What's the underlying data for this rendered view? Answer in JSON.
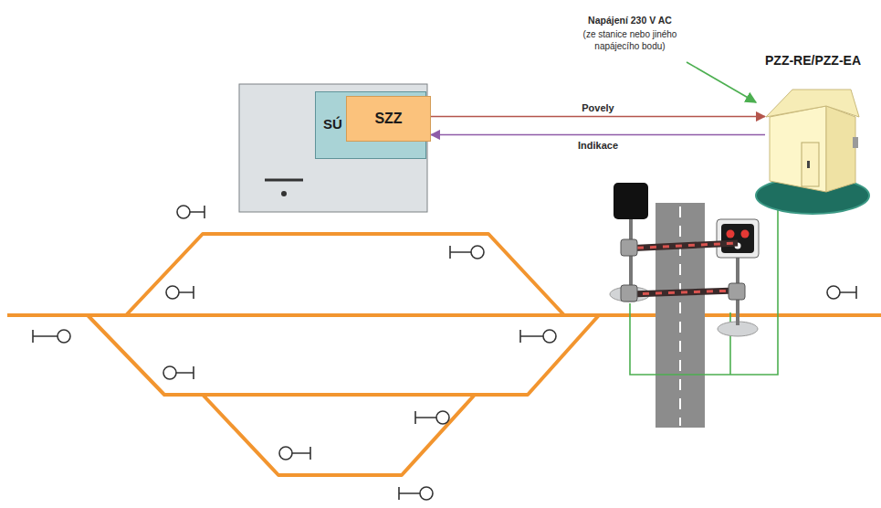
{
  "diagram": {
    "nodes": [
      {
        "text": [
          "SÚ"
        ]
      },
      {
        "text": [
          "SZZ"
        ],
        "in": 0
      },
      {
        "text": [
          "PZZ-RE/PZZ-EA"
        ]
      }
    ],
    "edges": [
      {
        "from": 1,
        "to": 2,
        "arrow": "to",
        "label": "Povely"
      },
      {
        "from": 2,
        "to": 1,
        "arrow": "to",
        "label": "Indikace"
      }
    ],
    "labels": [
      "Napájení 230 V AC",
      "(ze stanice nebo jiného napájecího bodu)"
    ]
  }
}
